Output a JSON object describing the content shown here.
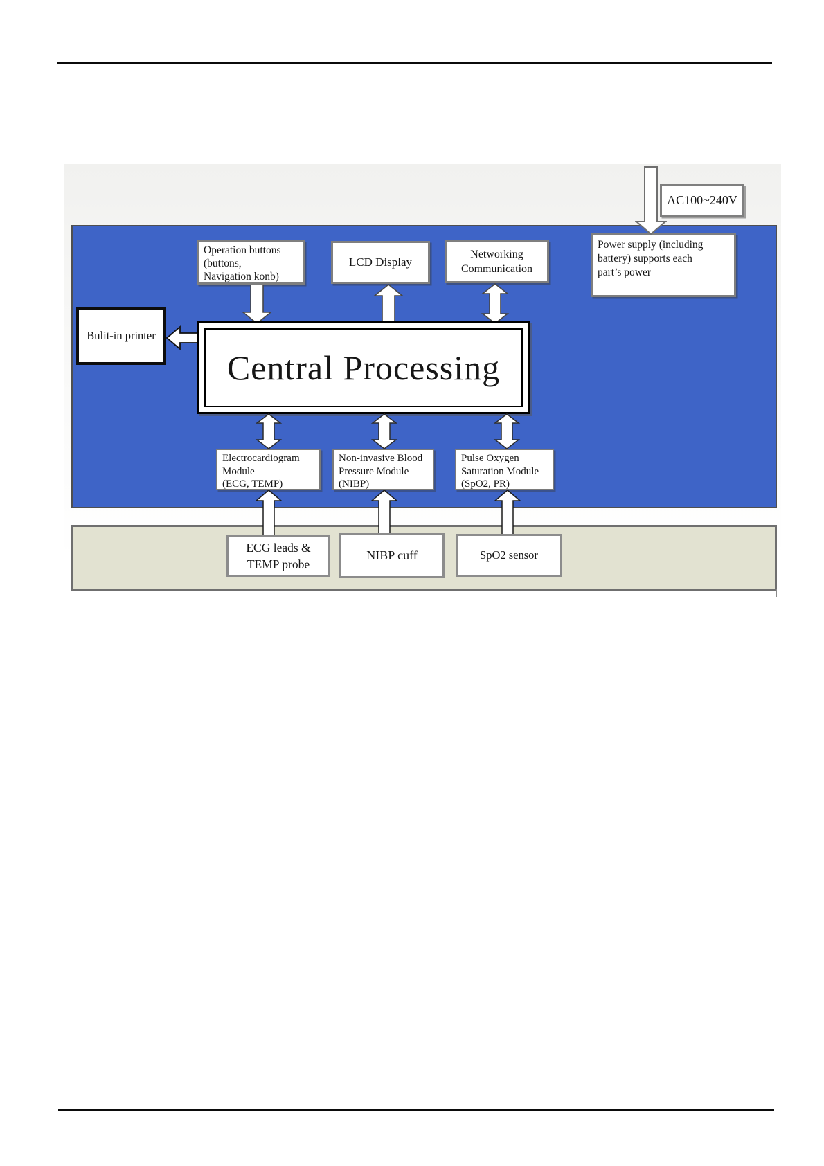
{
  "colors": {
    "panel_blue": "#3e64c7",
    "panel_beige": "#e2e2d1",
    "box_border_gray": "#7f7f7f"
  },
  "diagram": {
    "ac_input": "AC100~240V",
    "power_supply_lines": [
      "Power supply (including",
      "battery) supports each",
      "part’s power"
    ],
    "operation_lines": [
      "Operation buttons",
      "(buttons,",
      "Navigation konb)"
    ],
    "lcd": "LCD Display",
    "networking_lines": [
      "Networking",
      "Communication"
    ],
    "printer": "Bulit-in printer",
    "central": "Central Processing",
    "modules": [
      {
        "lines": [
          "Electrocardiogram",
          "Module",
          "(ECG, TEMP)"
        ]
      },
      {
        "lines": [
          "Non-invasive Blood",
          "Pressure Module",
          "(NIBP)"
        ]
      },
      {
        "lines": [
          "Pulse Oxygen",
          "Saturation Module",
          "(SpO2, PR)"
        ]
      }
    ],
    "sensors": [
      {
        "lines": [
          "ECG leads &",
          "TEMP probe"
        ]
      },
      {
        "lines": [
          "NIBP cuff"
        ]
      },
      {
        "lines": [
          "SpO2 sensor"
        ]
      }
    ]
  }
}
